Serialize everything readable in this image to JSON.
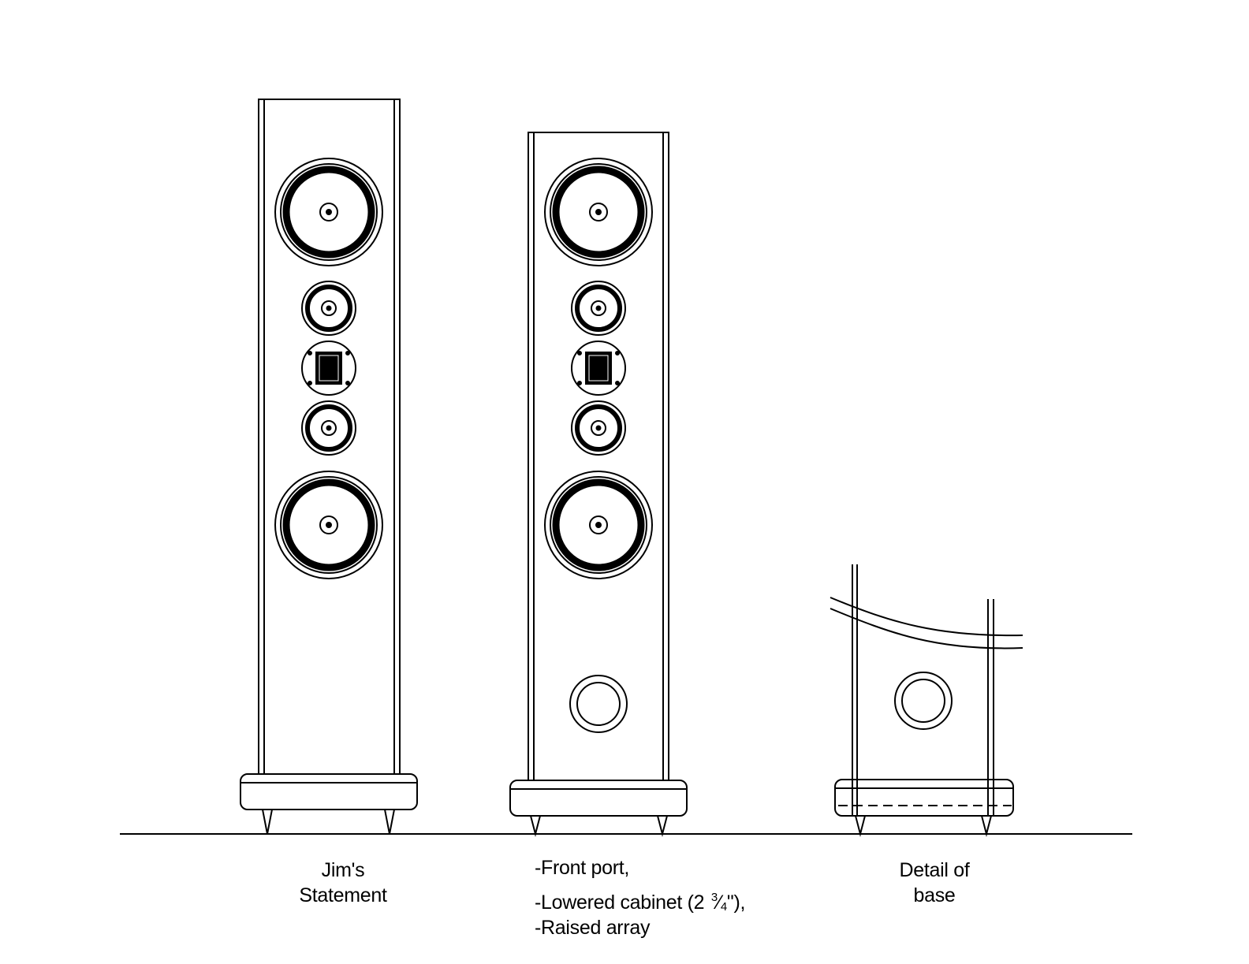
{
  "captions": {
    "speaker_1": {
      "line1": "Jim's",
      "line2": "Statement"
    },
    "speaker_2": {
      "line1": "-Front port,",
      "line2_prefix": "-Lowered cabinet (2 ",
      "line2_frac_num": "3",
      "line2_frac_den": "4",
      "line2_suffix": "\"),",
      "line3": "-Raised array"
    },
    "speaker_3": {
      "line1": "Detail of",
      "line2": "base"
    }
  },
  "colors": {
    "ink": "#000000",
    "background": "#ffffff"
  }
}
